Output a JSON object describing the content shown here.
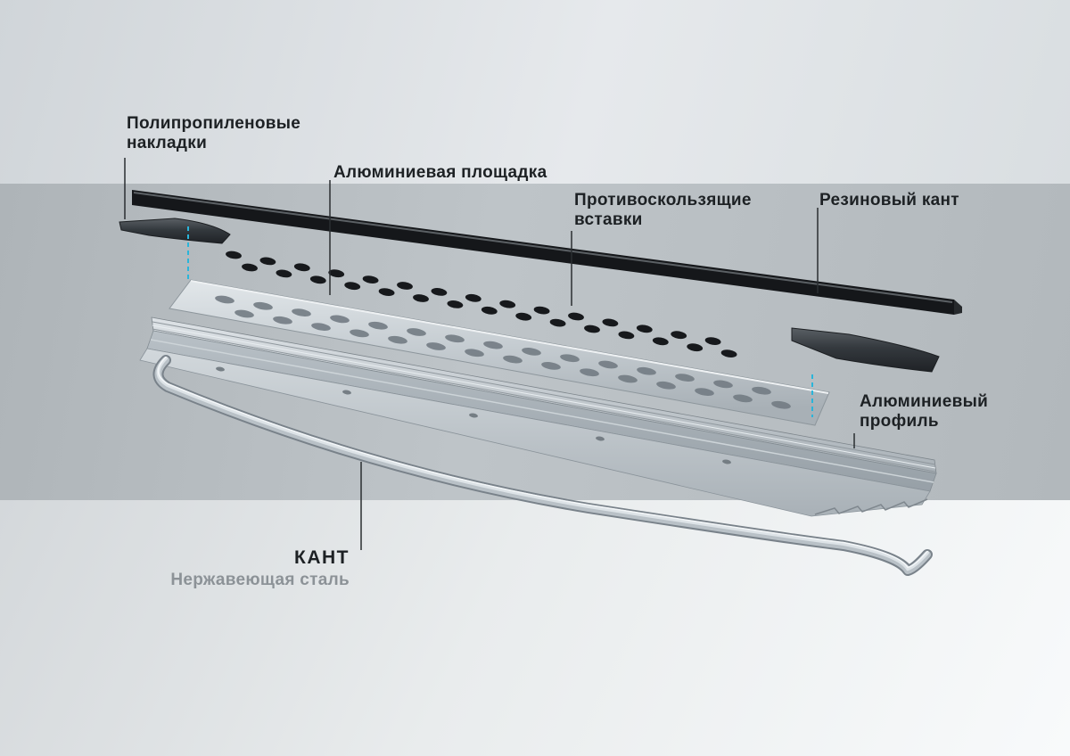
{
  "labels": {
    "pp_pads": {
      "line1": "Полипропиленовые",
      "line2": "накладки"
    },
    "platform": {
      "text": "Алюминиевая площадка"
    },
    "antislip": {
      "line1": "Противоскользящие",
      "line2": "вставки"
    },
    "rubber_edge": {
      "text": "Резиновый кант"
    },
    "profile": {
      "line1": "Алюминиевый",
      "line2": "профиль"
    },
    "kant": {
      "title": "КАНТ",
      "subtitle": "Нержавеющая сталь"
    }
  },
  "colors": {
    "label_text": "#1d2124",
    "subtitle_text": "#8c9297",
    "guide_dashed": "#2ab5da",
    "band_mid": "#b7bdc1",
    "rubber_black": "#15171a",
    "metal_light": "#d3d9dd"
  }
}
